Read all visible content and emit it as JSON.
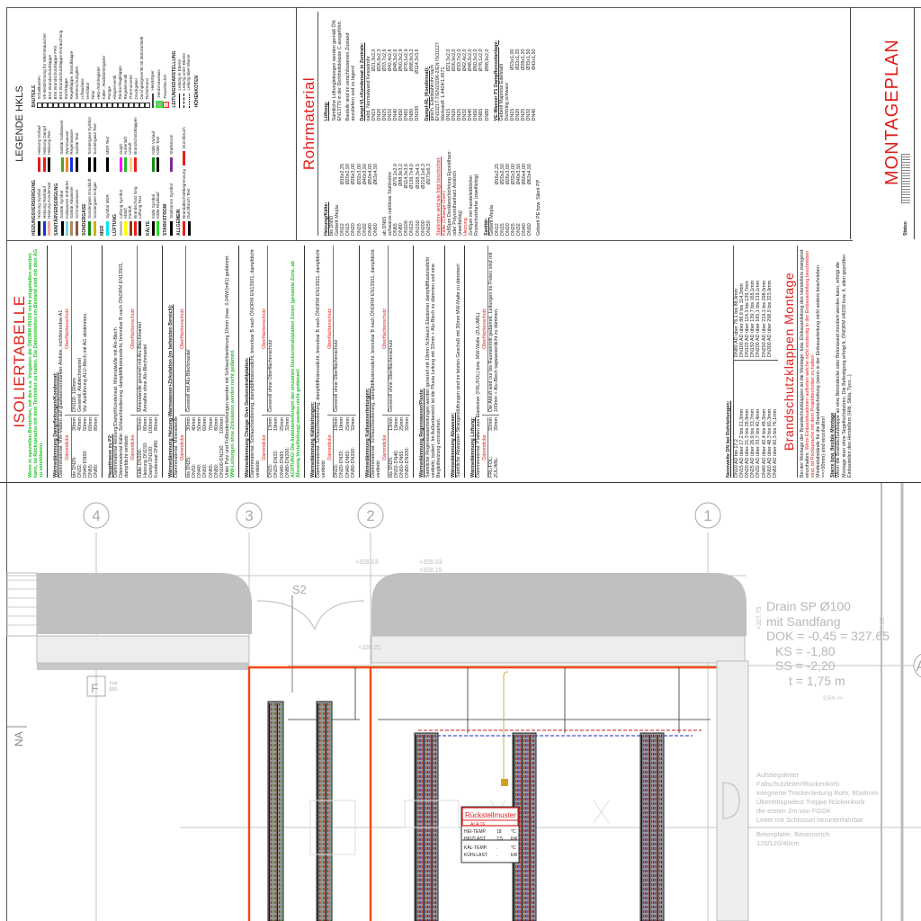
{
  "legend": {
    "title": "LEGENDE HKLS",
    "groups": [
      {
        "name": "HEIZUNGSVERSORGUNG",
        "items": [
          {
            "label": "Heizung Symbol",
            "color": "#000000"
          },
          {
            "label": "Heizung Vorlauf",
            "color": "#e81c1c"
          },
          {
            "label": "Heizung Rücklauf",
            "color": "#1630e0"
          },
          {
            "label": "Heizung Dampf",
            "color": "#e81c1c"
          },
          {
            "label": "Heizung Kondensat",
            "color": "#f4a8a0"
          },
          {
            "label": "Heizung Text",
            "color": "#000000"
          }
        ]
      },
      {
        "name": "SANITÄRVERSORGUNG",
        "items": [
          {
            "label": "Sanitär Symbol",
            "color": "#000000"
          },
          {
            "label": "Sanitär Kaltwasser",
            "color": "#5aa02c"
          },
          {
            "label": "Kaltwasser enthärtet",
            "color": "#7fd8d8"
          },
          {
            "label": "Warmwasser",
            "color": "#f08c1c"
          },
          {
            "label": "Sanitär Abwasser",
            "color": "#b08860"
          },
          {
            "label": "Regenwasser",
            "color": "#1630e0"
          },
          {
            "label": "Schmutzwasser",
            "color": "#8a5a3c"
          },
          {
            "label": "Sanitär Text",
            "color": "#000000"
          }
        ]
      },
      {
        "name": "SONDERGASE",
        "items": [
          {
            "label": "Sondergase Druckluft",
            "color": "#138a13"
          },
          {
            "label": "Sondergase Symbol",
            "color": "#000000"
          },
          {
            "label": "Sondergase Erdgas",
            "color": "#c8b400"
          },
          {
            "label": "Sondergase Text",
            "color": "#000000"
          }
        ]
      },
      {
        "name": "MSR",
        "items": [
          {
            "label": "Symbol MSR",
            "color": "#00e5ff"
          },
          {
            "label": "MSR Text",
            "color": "#000000"
          }
        ]
      },
      {
        "name": "LÜFTUNG",
        "items": [
          {
            "label": "Lüftung Symbol",
            "color": "#c0c0c0"
          },
          {
            "label": "Zuluft",
            "color": "#ff00ff"
          },
          {
            "label": "Abluft",
            "color": "#ffff00"
          },
          {
            "label": "Außenluft",
            "color": "#22c22a"
          },
          {
            "label": "Fortluft",
            "color": "#8a3c00"
          },
          {
            "label": "Umluft",
            "color": "#ffd080"
          },
          {
            "label": "Brandschutz long",
            "color": "#e81c1c"
          },
          {
            "label": "Brandschutzklappen",
            "color": "#e81c1c"
          },
          {
            "label": "Lüftung Text",
            "color": "#000000"
          }
        ]
      },
      {
        "name": "KÄLTE",
        "items": [
          {
            "label": "Kälte Symbol",
            "color": "#000000"
          },
          {
            "label": "Kälte Vorlauf",
            "color": "#138a13"
          },
          {
            "label": "Kälte Rücklauf",
            "color": "#22e022"
          },
          {
            "label": "Kälte Text",
            "color": "#000000"
          }
        ]
      },
      {
        "name": "STARKSTROM",
        "items": [
          {
            "label": "Starkstrom Symbol",
            "color": "#000000"
          },
          {
            "label": "Starkstrom",
            "color": "#7a2a9a"
          }
        ]
      },
      {
        "name": "ALLGEMEIN",
        "items": [
          {
            "label": "Brandabschnittbegrenzung",
            "color": "#e81c1c"
          },
          {
            "label": "Durchbruch",
            "color": "#e81c1c"
          },
          {
            "label": "Durchbruch Text",
            "color": "#000000"
          }
        ]
      }
    ],
    "hoehenkoten_title": "HÖHENKOTEN",
    "bauteile_title": "BAUTEILE",
    "bauteile": [
      "Schaltkasten",
      "VE-Bestimmung für Wärmetauscher",
      "BSK Brandschutzklappe",
      "BSK Brandschutzklappe FRS",
      "BSK Brandschutzklappe Entrauchung",
      "Rohrklappe",
      "Regelklappe, Brandklappe",
      "Wetterschutzgitter",
      "Luftauslass",
      "Ventilator",
      "Filter",
      "Heiz-/Kühlregister",
      "Kälte-, Rückkühlregister",
      "Pumpe",
      "Absperrventil",
      "Rückschlagklappe",
      "Regulierventil",
      "Thermometer",
      "Druckgeber",
      "Durchgangsventil mit Motorantrieb",
      "Tichelmann"
    ],
    "heizkoerper_label": "Heizkörper",
    "deckenauslass_label": "Deckenauslass",
    "feuerloescher_label": "Feuerlöscher",
    "leitungsdarstellung_title": "LEITUNGSDARSTELLUNG",
    "leitung_items": [
      "Leitung in Ebene",
      "Leitung unter Ebene",
      "Leitung über Ebene"
    ]
  },
  "isolier": {
    "title": "ISOLIERTABELLE",
    "note": "Wenn in speziellen Bereichen, mit den o.a. Vorgaben die ÖNORM H5155 nicht eingehalten werden kann, ist Rücksprache mit dem Techniker zu halten. Die Dämmstärken im Bestand sind mit dem AG zu vereinbaren.",
    "col_left": "Dämmdicke",
    "col_right": "Oberflächenschutz",
    "sections": [
      {
        "heading": "Wärmedämmung Dampfleitungen/Kondensat:",
        "text": [
          "Dämmmaterial: MW-Matten auf glasfaserverstärkter Alufolie, nichtbrennbar A1"
        ],
        "rows": [
          [
            "bis DN25:",
            "30mm"
          ],
          [
            "DN32:",
            "40mm"
          ],
          [
            "DN40-DN50:",
            "50mm"
          ],
          [
            "DN65:",
            "60mm"
          ],
          [
            "DN80:",
            "80mm"
          ]
        ],
        "notes": [
          "DN100:  100mm",
          "Generell: Alublechmantel",
          "Vor Ausführung ALU-Blech mit AG abstimmen."
        ]
      },
      {
        "heading": "Haupttrasse zu P2:",
        "text": [
          "Dämmmaterial Heizung/Dampf/Kondensat: Mineralwolle mit Alu-Blech",
          "Dämmmaterial Kälte: Schlauchisolierung, dampfdiffusionsdicht, brennbar B nach ÖNORM EN13501, dampfdicht verklebt"
        ],
        "rows": [
          [
            "Kälte DN200:",
            "32mm"
          ],
          [
            "Heizung DN150:",
            "80mm"
          ],
          [
            "Dampf DN100:",
            "100mm"
          ],
          [
            "Kondensat DN80:",
            "80mm"
          ]
        ],
        "notes": [
          "Mineralwolle generell mit Alu-Blechmantel",
          "Armaflex ohne Alu-Blechmantel"
        ]
      },
      {
        "heading": "Wärmedämmung Heizung-Warmwasser+Zirkulation (im beheizten Bereich):",
        "text": [
          "Dämmmaterial: Mineralwolle"
        ],
        "rows": [
          [
            "bis DN25:",
            "30mm"
          ],
          [
            "DN32:",
            "40mm"
          ],
          [
            "DN40:",
            "50mm"
          ],
          [
            "DN50:",
            "60mm"
          ],
          [
            "DN65:",
            "70mm"
          ],
          [
            "DN80:",
            "80mm"
          ],
          [
            "DN100-DN150:",
            "100mm"
          ]
        ],
        "notes": [
          "Generell mit Alu-Blechmantel"
        ],
        "after": "Unter Putz und Fußbodenleitungen werden mit Schlauchisolierung 10mm (max. 0,04W/(mK)) gedämmt.",
        "after_green": "WW-Leitungen ohne Zirkulation werden nicht gedämmt."
      },
      {
        "heading": "Wärmedämmung Change Over Deckenstrahlplatten:",
        "text": [
          "Dämmmaterial: Schlauchisolierung, dampfdiffusionsdicht, brennbar B nach ÖNORM EN13501, dampfdicht verklebt"
        ],
        "rows": [
          [
            "DN15:",
            "13mm"
          ],
          [
            "DN20-DN32:",
            "19mm"
          ],
          [
            "DN40-DN65:",
            "25mm"
          ],
          [
            "DN80-DN200:",
            "32mm"
          ]
        ],
        "notes": [
          "Generell ohne Oberflächenschutz"
        ],
        "after_green": "ACHTUNG! Die Anbindeleitungen der einzelnen Deckenstrahlplatten Zonen (gesamte Zone, ab Abzweig Verteilleitung) werden nicht gedämmt!"
      },
      {
        "heading": "Wärmedämmung Kälteleitungen:",
        "text": [
          "Dämmmaterial: Schlauchisolierung, dampfdiffusionsdicht, brennbar B nach ÖNORM EN13501, dampfdicht verklebt"
        ],
        "rows": [
          [
            "DN15:",
            "13mm"
          ],
          [
            "DN20-DN32:",
            "19mm"
          ],
          [
            "DN40-DN65:",
            "25mm"
          ],
          [
            "DN80-DN200:",
            "32mm"
          ]
        ],
        "notes": [
          "Generell ohne Oberflächenschutz"
        ]
      },
      {
        "heading": "Wärmedämmung Kaltwasserleitungen:",
        "text": [
          "Dämmmaterial: Schlauchisolierung, dampfdiffusionsdicht, brennbar B nach ÖNORM EN13501, dampfdicht verklebt"
        ],
        "rows": [
          [
            "bis DN25:",
            "13mm"
          ],
          [
            "DN32-DN40:",
            "19mm"
          ],
          [
            "DN50-DN65:",
            "25mm"
          ],
          [
            "DN80-DN200:",
            "32mm"
          ]
        ],
        "notes": [
          "Generell ohne Oberflächenschutz"
        ]
      },
      {
        "heading": "Wärmedämmung Regenwasser/Pluvia:",
        "text": [
          "Sämtliche Regenwasserleitungen werden generell mit 19mm Schlauch Elastomer dampfdiffusionsdicht verklebt, isoliert. Im Außenbereich ist die Pluvia Leitung mit 32mm + Alu-Blech zu dämmen und eine Begleitheizung vorzusehen."
        ]
      },
      {
        "heading": "Wärmedämmung Abwasser:",
        "text": [
          "Sämtliche Abwasser-Strangentlüftungen sind im letzten Geschoß mit 30mm MW-Matte zu dämmen!"
        ]
      },
      {
        "heading": "Wärmedämmung Lüftung:",
        "text": [
          "Dämmmaterial: Platten aus Elastomer (FRL/FOL) bzw. MW-Wolle (ZUL/ABL)"
        ],
        "rows": [
          [
            "FRL/FOL:",
            "32mm"
          ],
          [
            "ZUL/ABL:",
            "30mm"
          ]
        ],
        "notes": [
          "Die Abluft wird nur bis Raumeintritt gedämmt. Leitungen im Freien sind mit 100mm + Alu-Blech tagwasserdicht zu dämmen."
        ]
      }
    ]
  },
  "nennweite": {
    "heading": "Nennweite DN bei Rohrleitungen:",
    "left": [
      "DN10 AD bis 17,2",
      "DN15 AD über 17,2 bis 21,3mm",
      "DN20 AD über 21,3 bis 26,9mm",
      "DN25 AD über 26,9 bis 33,7mm",
      "DN32 AD über 33,7 bis 42,4mm",
      "DN40 AD über 42,4 bis 48,3mm",
      "DN50 AD über 48,3 bis 60,3mm",
      "DN65 AD über 60,3 bis 76,1mm"
    ],
    "right": [
      "DN80 AD über 76,1 bis 88,9mm",
      "DN100 AD über 88,9 bis 114,3mm",
      "DN125 AD über 114,3 bis 139,7mm",
      "DN150 AD über 139,7 bis 165,1mm",
      "DN200 AD über 165,1 bis 219,1mm",
      "DN250 AD über 219,1 bis 298,5mm",
      "DN300 AD über 298,5 bis 323,9mm"
    ]
  },
  "brandschutz": {
    "title": "Brandschutzklappen Montage",
    "p1": "Bei der Montage der Brandschutzklappen ist die Montage- bzw. Einbauanleitung des Herstellers zwingend einzuhalten.",
    "p1_red": "Wenn Einbausituationen auftreten welche nicht eindeutig in der Einbauanleitung beschrieben sind, ist Rücksprache mit dem Projekttechniker zu halten!",
    "p2": "Mindestabstände für die Brandabschottung (wenn in der Einbauanleitung nicht anders beschrieben ==>50mm) sind einzuhalten!",
    "h2": "Starre bzw. flexible Montage",
    "p3": "Wenn die Brandschutzklappe an eine Betondecke oder Betonwand montiert werden kann, erfolgt die Montage starr ohne Segeltuchstutzen. Die Befestigung erfolgt It. ÖNORM H6030 bzw. It. allen geprüften Einbauteilen des Herstellers (Hilti, Sikla, Tyco...)"
  },
  "rohr": {
    "title": "Rohrmaterial",
    "heizung": {
      "heading": "Heizung/Kälte:",
      "intro1": [
        "bis DN50",
        "Geberit Mepla"
      ],
      "rows1": [
        [
          "DN12",
          "Ø16x2,25"
        ],
        [
          "DN15",
          "Ø20x2,50"
        ],
        [
          "DN20",
          "Ø26x3,00"
        ],
        [
          "DN25",
          "Ø32x3,00"
        ],
        [
          "DN32",
          "Ø40x3,50"
        ],
        [
          "DN40",
          "Ø50x4,00"
        ],
        [
          "DN50",
          "Ø63x4,50"
        ]
      ],
      "intro2": [
        "ab DN65",
        "schwarze nahtlose Stahlrohre"
      ],
      "rows2": [
        [
          "DN65",
          "Ø76,1x2,9"
        ],
        [
          "DN80",
          "Ø88,9x3,2"
        ],
        [
          "DN100",
          "Ø114,3x3,6"
        ],
        [
          "DN125",
          "Ø139,7x4,0"
        ],
        [
          "DN150",
          "Ø168,3x4,5"
        ],
        [
          "DN200",
          "Ø219,1x6,3"
        ],
        [
          "DN250",
          "Ø273x6,3"
        ]
      ],
      "red1": "Stahlrohre sind wie folgt beschichtet:",
      "red2": "Kälte (Change-Over)",
      "coat1": [
        "2x80µm Deckbeschichtung Epoxidharz-",
        "oder Polyurethanharz Anstrich",
        "(zweifärbig)"
      ],
      "red3": "Heizung",
      "coat2": [
        "2x40µm mit handelsüblicher",
        "Rostschutzfarbe (zweifärbig)"
      ]
    },
    "sanitaer": {
      "heading": "Sanitär:",
      "intro": "Geberit Mepla",
      "rows": [
        [
          "DN12",
          "Ø16x2,25"
        ],
        [
          "DN15",
          "Ø20x2,50"
        ],
        [
          "DN20",
          "Ø26x3,00"
        ],
        [
          "DN25",
          "Ø32x3,00"
        ],
        [
          "DN32",
          "Ø40x3,50"
        ],
        [
          "DN40",
          "Ø50x4,00"
        ],
        [
          "DN50",
          "Ø63x4,50"
        ]
      ],
      "outro": "Geberit PE bzw. Silent PP"
    },
    "lueftung": {
      "heading": "Lüftung:",
      "p1": "Sämtliche Lüftungleitungen werden gemäß ÖN EN13779 in der Dichtheitsklasse C ausgeführt.",
      "p2": "Bauteile sind im verschlossenen Zustand anzuliefern und zu lagern!"
    },
    "dampf_vl": {
      "heading": "Dampf-VL+Kondensat in Zentrale:",
      "intro": "nahtl. Normalwand Kesselrohr",
      "rows": [
        [
          "DN15",
          "Ø21,3x2,0"
        ],
        [
          "DN20",
          "Ø26,9x2,3"
        ],
        [
          "DN25",
          "Ø33,7x2,6"
        ],
        [
          "DN32",
          "Ø42,4x2,6"
        ],
        [
          "DN40",
          "Ø48,3x2,6"
        ],
        [
          "DN50",
          "Ø60,3x2,9"
        ],
        [
          "DN65",
          "Ø76,1x2,9"
        ],
        [
          "DN80",
          "Ø88,9x3,2"
        ],
        [
          "DN100",
          "Ø114,3x3,6"
        ]
      ]
    },
    "dampf_rl": {
      "heading": "Dampf-RL (Kondensat):",
      "intro": [
        "gesch. Edelstahlrohr nach",
        "EN10217-7/EN10296-2/EN ISO1127",
        "Werkstoff: 1.4404/1.4571"
      ],
      "rows": [
        [
          "DN15",
          "Ø21,3x2,0"
        ],
        [
          "DN20",
          "Ø26,9x2,0"
        ],
        [
          "DN25",
          "Ø33,7x2,0"
        ],
        [
          "DN32",
          "Ø42,4x2,0"
        ],
        [
          "DN40",
          "Ø48,3x2,0"
        ],
        [
          "DN50",
          "Ø60,3x2,0"
        ],
        [
          "DN65",
          "Ø76,1x2,0"
        ],
        [
          "DN80",
          "Ø88,9x2,0"
        ]
      ]
    },
    "ve": {
      "heading": "VE-Wasser P1 Dampfkesselanlage:",
      "intro": [
        "Geberit Mapress Edelstahl",
        "Dichtring schwarz"
      ],
      "rows": [
        [
          "DN15",
          "Ø15x1,00"
        ],
        [
          "DN20",
          "Ø22x1,20"
        ],
        [
          "DN25",
          "Ø28x1,20"
        ],
        [
          "DN32",
          "Ø35x1,50"
        ],
        [
          "DN40",
          "Ø42x1,50"
        ]
      ]
    }
  },
  "titleblock": {
    "title": "MONTAGEPLAN",
    "status_label": "Status:"
  },
  "plan": {
    "axes": [
      "4",
      "3",
      "2",
      "1"
    ],
    "axis_a": "A",
    "section_mark": "S2",
    "levels": [
      "+328.03",
      "+328.03",
      "+328.15",
      "+328.21",
      "+327.75",
      "+327.65"
    ],
    "room_f": "F",
    "typ": "TYP",
    "typ_val": "S50",
    "na_label": "NA",
    "drain": [
      "Drain SP Ø100",
      "mit Sandfang",
      "DOK = -0,45 = 327.65",
      "KS  = -1,80",
      "SS  = -2,20",
      "t  =  1,75 m"
    ],
    "slope": "2,5% >>",
    "ladder": [
      "Aufstiegsleiter",
      "Fallschutzleiter/Rückenkorb",
      "integrierte Trockenleitung Rohr, 80x8mm",
      "Übertrittspodest Treppe Rückenkorb",
      "die ersten 2m von FGOK",
      "Leiter mit Schlüssel herunterfahrbar"
    ],
    "slab": [
      "Betonplatte, Besenstrich",
      "120/120/40cm"
    ],
    "rueck": {
      "title": "Rückstellmuster",
      "sub": "ALA 16",
      "rows": [
        [
          "HEI-TEMP.",
          "18",
          "°C"
        ],
        [
          "HEIZLAST",
          "7,5",
          "kW"
        ],
        [
          "KÄL-TEMP.",
          ".",
          "°C"
        ],
        [
          "KÜHLLAST",
          ".",
          "kW"
        ]
      ]
    },
    "colors": {
      "pipe_main": "#f04a14",
      "supply": "#d01818",
      "return": "#1428d0",
      "kaelte": "#22c22a",
      "roof": "#c0c0c0",
      "grid": "#b8b8b8"
    }
  }
}
